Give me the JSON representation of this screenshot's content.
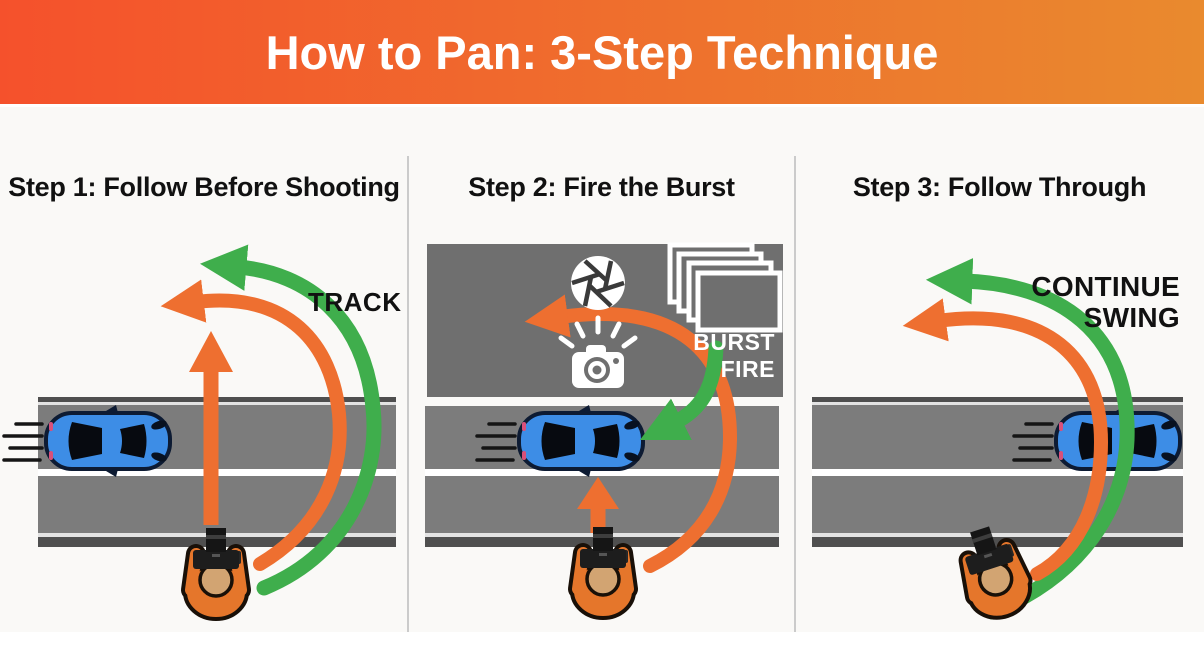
{
  "header": {
    "title": "How to Pan: 3-Step Technique"
  },
  "panels": [
    {
      "id": "step-1",
      "heading": "Step 1: Follow Before Shooting",
      "label": "TRACK"
    },
    {
      "id": "step-2",
      "heading": "Step 2: Fire the Burst",
      "label_lines": [
        "BURST",
        "FIRE"
      ]
    },
    {
      "id": "step-3",
      "heading": "Step 3: Follow Through",
      "label_lines": [
        "CONTINUE",
        "SWING"
      ]
    }
  ],
  "icons": {
    "panel2": [
      "shutter-aperture-icon",
      "camera-flash-icon",
      "burst-frames-icon"
    ],
    "shared": [
      "car-icon",
      "photographer-icon",
      "pan-arrow-green",
      "pan-arrow-orange",
      "speed-lines",
      "road"
    ]
  },
  "colors": {
    "banner_left": "#f5512c",
    "banner_right": "#e98a2e",
    "green_arrow": "#3fae4c",
    "orange_arrow": "#ee6f30",
    "road_gray": "#7c7c7c",
    "road_edge": "#4f4f4f",
    "panel2_box_gray": "#6f6f6f",
    "car_blue": "#3d8de6",
    "photographer_orange": "#e5762b",
    "head_tan": "#d2a472",
    "heading_text": "#111111",
    "label_light": "#ffffff",
    "content_bg": "#faf9f7"
  }
}
